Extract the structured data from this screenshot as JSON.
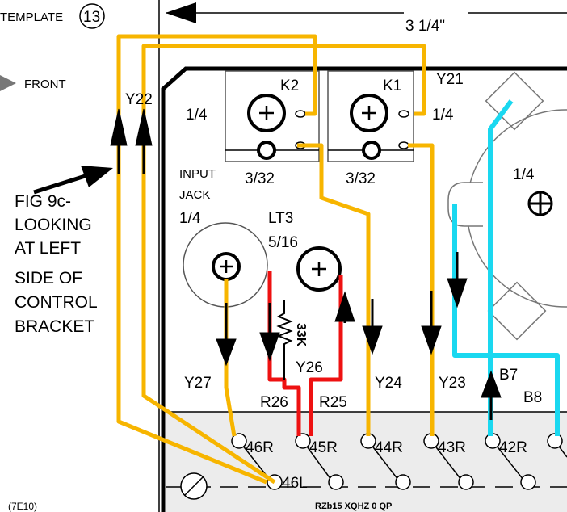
{
  "header": {
    "template_label": "TEMPLATE",
    "template_number": "13",
    "dimension_label": "3 1/4\"",
    "front_label": "FRONT"
  },
  "caption": {
    "lines": [
      "FIG 9c-",
      "LOOKING",
      "AT LEFT",
      "SIDE OF",
      "CONTROL",
      "BRACKET"
    ]
  },
  "components": {
    "k2": {
      "name": "K2",
      "hole_top": "1/4",
      "hole_bottom": "3/32"
    },
    "k1": {
      "name": "K1",
      "hole_top": "1/4",
      "hole_bottom": "3/32"
    },
    "input_jack": {
      "name_line1": "INPUT",
      "name_line2": "JACK",
      "hole": "1/4"
    },
    "lt3": {
      "name": "LT3",
      "hole": "5/16"
    },
    "large_hole": {
      "hole": "1/4"
    },
    "resistor_value": "33K"
  },
  "wires": {
    "y21": "Y21",
    "y22": "Y22",
    "y23": "Y23",
    "y24": "Y24",
    "y26": "Y26",
    "y27": "Y27",
    "r25": "R25",
    "r26": "R26",
    "b7": "B7",
    "b8": "B8"
  },
  "terminals": {
    "row_r": [
      "46R",
      "45R",
      "44R",
      "43R",
      "42R"
    ],
    "row_l": [
      "46L"
    ]
  },
  "strip_code": "RZb15 XQHZ 0 QP",
  "figure_code": "(7E10)",
  "colors": {
    "yellow_wire": "#f7b500",
    "red_wire": "#ee1111",
    "blue_wire": "#1ad8f0",
    "terminal_strip": "#ececec"
  }
}
